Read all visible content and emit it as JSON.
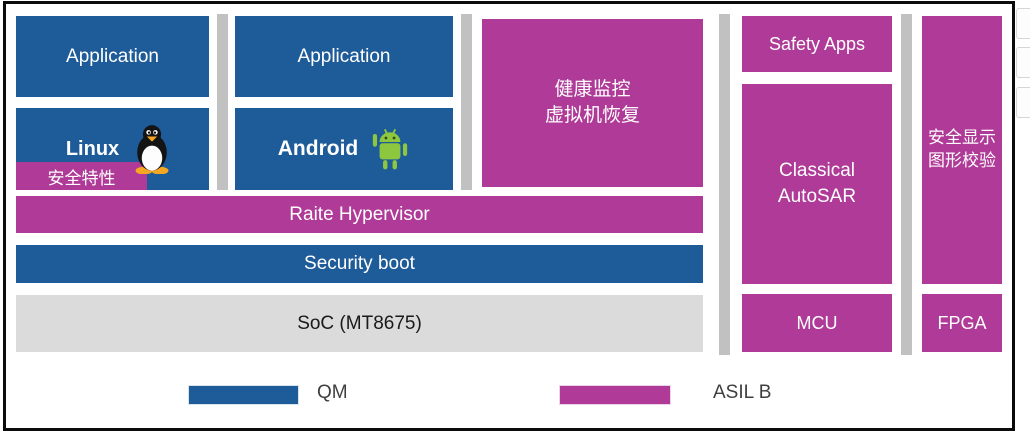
{
  "diagram": {
    "description_type": "automotive-hypervisor-architecture-diagram",
    "blocks": {
      "application_1": "Application",
      "linux": "Linux",
      "safety_feature": "安全特性",
      "application_2": "Application",
      "android": "Android",
      "health_monitor_line1": "健康监控",
      "health_monitor_line2": "虚拟机恢复",
      "hypervisor": "Raite Hypervisor",
      "security_boot": "Security boot",
      "soc": "SoC (MT8675)",
      "safety_apps": "Safety Apps",
      "classical_autosar_line1": "Classical",
      "classical_autosar_line2": "AutoSAR",
      "mcu": "MCU",
      "safe_display_line1": "安全显示",
      "safe_display_line2": "图形校验",
      "fpga": "FPGA"
    },
    "legend": {
      "qm_label": "QM",
      "asil_label": "ASIL B"
    },
    "icons": {
      "tux_icon": "linux-tux-penguin",
      "android_icon": "android-robot"
    },
    "colors": {
      "qm_blue": "#1E5B99",
      "asil_magenta": "#AF3A97",
      "soc_gray": "#DBDBDB",
      "separator_gray": "#C1C1C1",
      "android_green": "#8DC63F",
      "tux_accent_orange": "#F5A623",
      "frame_border": "#0B0B0B"
    }
  }
}
